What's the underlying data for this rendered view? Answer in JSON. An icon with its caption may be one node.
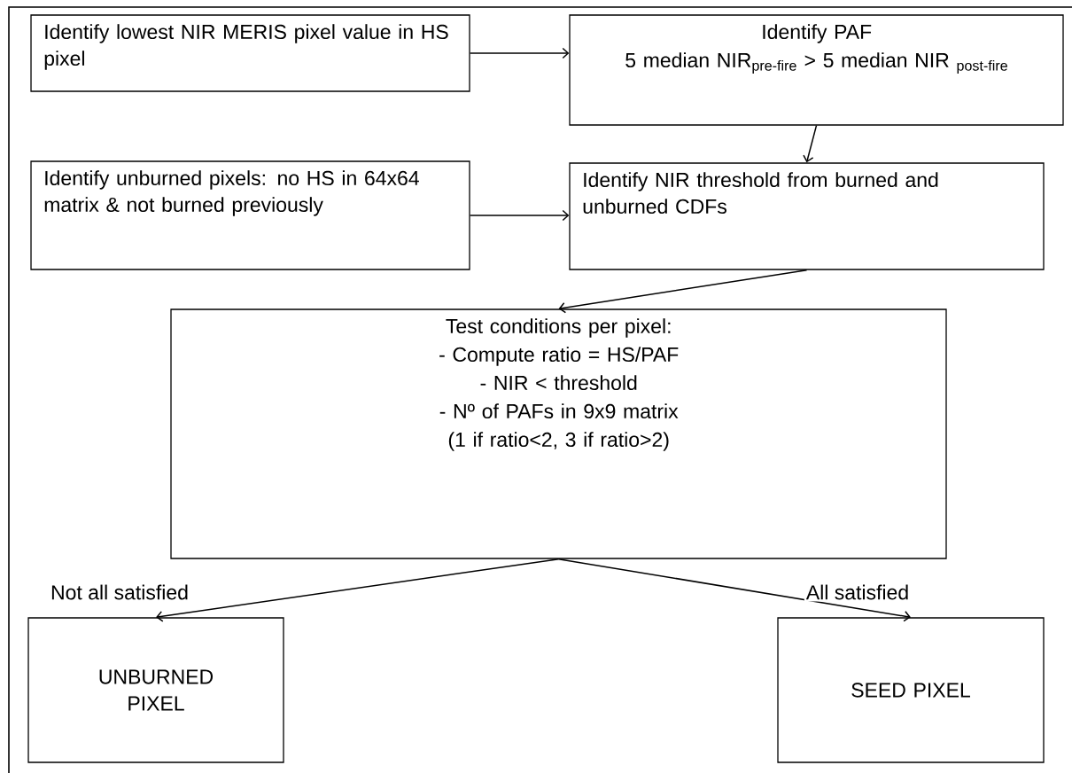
{
  "diagram": {
    "nodes": [
      {
        "text": [
          "Identify lowest NIR MERIS pixel value in HS pixel"
        ]
      },
      {
        "text": [
          "Identify PAF",
          "5 median NIR$_{pre-fire}$ > 5 median NIR $_{post-fire}$"
        ]
      },
      {
        "text": [
          "Identify unburned pixels: no HS in 64x64 matrix & not burned previously"
        ]
      },
      {
        "text": [
          "Identify NIR threshold from burned and unburned CDFs"
        ]
      },
      {
        "text": [
          "Test conditions per pixel:",
          "- Compute ratio = HS/PAF",
          "- NIR < threshold",
          "- Nº of PAFs in 9x9 matrix",
          "(1 if ratio<2, 3 if ratio>2)"
        ]
      },
      {
        "text": [
          "UNBURNED PIXEL"
        ]
      },
      {
        "text": [
          "SEED PIXEL"
        ]
      }
    ],
    "edges": [
      {
        "from": 0,
        "to": 1,
        "arrow": "to"
      },
      {
        "from": 1,
        "to": 3,
        "arrow": "to"
      },
      {
        "from": 2,
        "to": 3,
        "arrow": "to"
      },
      {
        "from": 3,
        "to": 4,
        "arrow": "to"
      },
      {
        "from": 4,
        "to": 5,
        "arrow": "to",
        "label": "Not all satisfied"
      },
      {
        "from": 4,
        "to": 6,
        "arrow": "to",
        "label": "All satisfied"
      }
    ]
  }
}
